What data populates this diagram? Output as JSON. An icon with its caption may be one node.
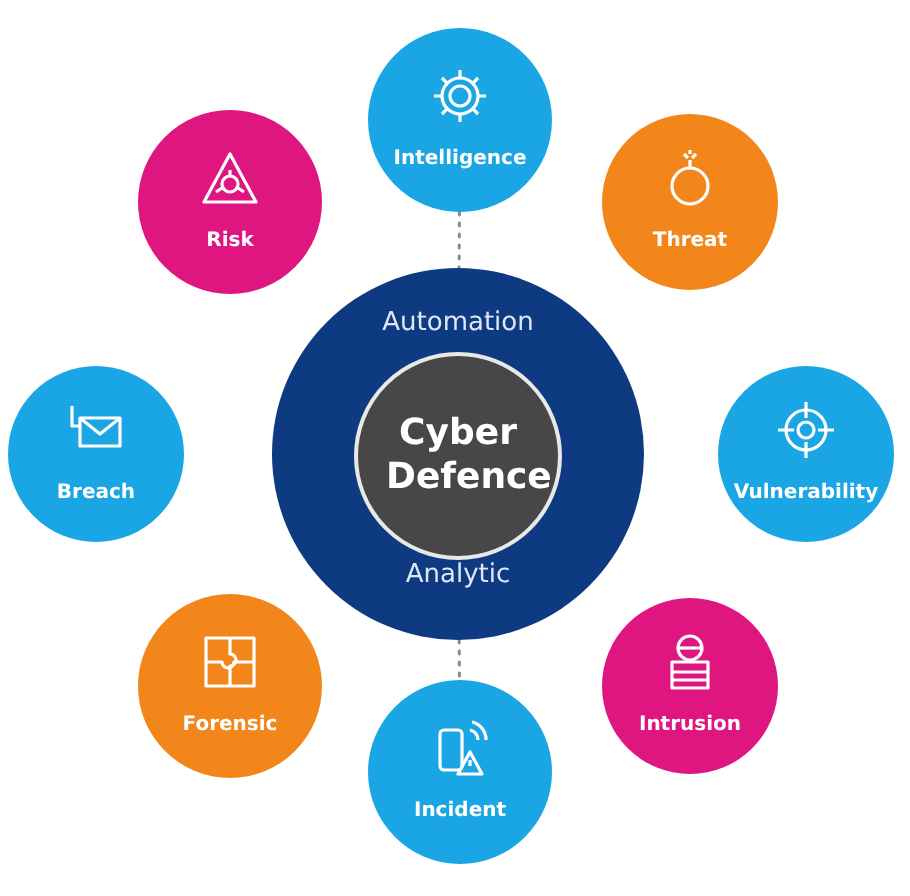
{
  "diagram": {
    "nodes": [
      {
        "text": [
          "Automation",
          "Analytic"
        ]
      },
      {
        "text": [
          "Cyber Defence"
        ],
        "in": 0
      },
      {
        "text": [
          "Intelligence"
        ]
      },
      {
        "text": [
          "Threat"
        ]
      },
      {
        "text": [
          "Vulnerability"
        ]
      },
      {
        "text": [
          "Intrusion"
        ]
      },
      {
        "text": [
          "Incident"
        ]
      },
      {
        "text": [
          "Forensic"
        ]
      },
      {
        "text": [
          "Breach"
        ]
      },
      {
        "text": [
          "Risk"
        ]
      }
    ],
    "edges": [
      {
        "from": 2,
        "to": 0,
        "arrow": "none",
        "style": "dashed"
      },
      {
        "from": 0,
        "to": 6,
        "arrow": "none",
        "style": "dashed"
      }
    ]
  }
}
